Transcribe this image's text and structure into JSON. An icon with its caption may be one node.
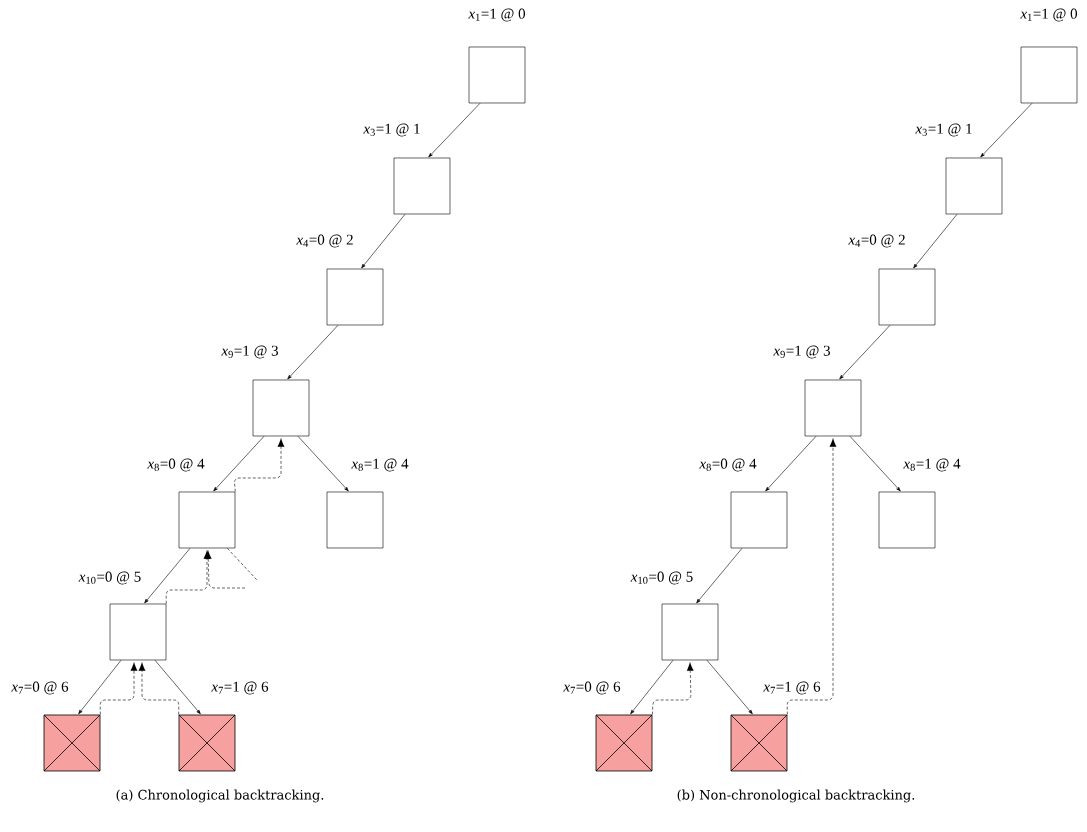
{
  "diagram": {
    "nodes": [
      {
        "text": [],
        "shape": "box",
        "beside": [
          "*x*$_{1}$=1 @ 0"
        ]
      },
      {
        "text": [],
        "shape": "box"
      },
      {
        "text": [],
        "shape": "box"
      },
      {
        "text": [],
        "shape": "box"
      },
      {
        "text": [],
        "shape": "box"
      },
      {
        "text": [],
        "shape": "box"
      },
      {
        "text": [],
        "shape": "box"
      },
      {
        "text": [],
        "shape": "cross"
      },
      {
        "text": [],
        "shape": "cross"
      },
      {
        "text": [],
        "shape": "box",
        "beside": [
          "*x*$_{1}$=1 @ 0"
        ]
      },
      {
        "text": [],
        "shape": "box"
      },
      {
        "text": [],
        "shape": "box"
      },
      {
        "text": [],
        "shape": "box"
      },
      {
        "text": [],
        "shape": "box"
      },
      {
        "text": [],
        "shape": "box"
      },
      {
        "text": [],
        "shape": "box"
      },
      {
        "text": [],
        "shape": "cross"
      },
      {
        "text": [],
        "shape": "cross"
      }
    ],
    "edges": [
      {
        "from": 0,
        "to": 1,
        "arrow": "to",
        "label": "*x*$_{3}$=1 @ 1"
      },
      {
        "from": 1,
        "to": 2,
        "arrow": "to",
        "label": "*x*$_{4}$=0 @ 2"
      },
      {
        "from": 2,
        "to": 3,
        "arrow": "to",
        "label": "*x*$_{9}$=1 @ 3"
      },
      {
        "from": 3,
        "to": 4,
        "arrow": "to",
        "label": "*x*$_{8}$=0 @ 4"
      },
      {
        "from": 3,
        "to": 5,
        "arrow": "to",
        "label": "*x*$_{8}$=1 @ 4"
      },
      {
        "from": 4,
        "to": 6,
        "arrow": "to",
        "label": "*x*$_{10}$=0 @ 5"
      },
      {
        "from": 6,
        "to": 7,
        "arrow": "to",
        "label": "*x*$_{7}$=0 @ 6"
      },
      {
        "from": 6,
        "to": 8,
        "arrow": "to",
        "label": "*x*$_{7}$=1 @ 6"
      },
      {
        "from": 7,
        "to": 6,
        "arrow": "to",
        "style": "dashed"
      },
      {
        "from": 8,
        "to": 6,
        "arrow": "to",
        "style": "dashed"
      },
      {
        "from": 6,
        "to": 4,
        "arrow": "to",
        "style": "dashed"
      },
      {
        "from": null,
        "to": 4,
        "arrow": "to",
        "style": "dashed"
      },
      {
        "from": 4,
        "to": null,
        "arrow": "none",
        "style": "dashed"
      },
      {
        "from": 4,
        "to": 3,
        "arrow": "to",
        "style": "dashed"
      },
      {
        "from": 9,
        "to": 10,
        "arrow": "to",
        "label": "*x*$_{3}$=1 @ 1"
      },
      {
        "from": 10,
        "to": 11,
        "arrow": "to",
        "label": "*x*$_{4}$=0 @ 2"
      },
      {
        "from": 11,
        "to": 12,
        "arrow": "to",
        "label": "*x*$_{9}$=1 @ 3"
      },
      {
        "from": 12,
        "to": 13,
        "arrow": "to",
        "label": "*x*$_{8}$=0 @ 4"
      },
      {
        "from": 12,
        "to": 14,
        "arrow": "to",
        "label": "*x*$_{8}$=1 @ 4"
      },
      {
        "from": 13,
        "to": 15,
        "arrow": "to",
        "label": "*x*$_{10}$=0 @ 5"
      },
      {
        "from": 15,
        "to": 16,
        "arrow": "to",
        "label": "*x*$_{7}$=0 @ 6"
      },
      {
        "from": 15,
        "to": 17,
        "arrow": "to",
        "label": "*x*$_{7}$=1 @ 6"
      },
      {
        "from": 16,
        "to": 15,
        "arrow": "to",
        "style": "dashed"
      },
      {
        "from": 17,
        "to": 12,
        "arrow": "to",
        "style": "dashed"
      }
    ],
    "labels": [
      "(a) Chronological backtracking.",
      "(b) Non-chronological backtracking."
    ]
  }
}
